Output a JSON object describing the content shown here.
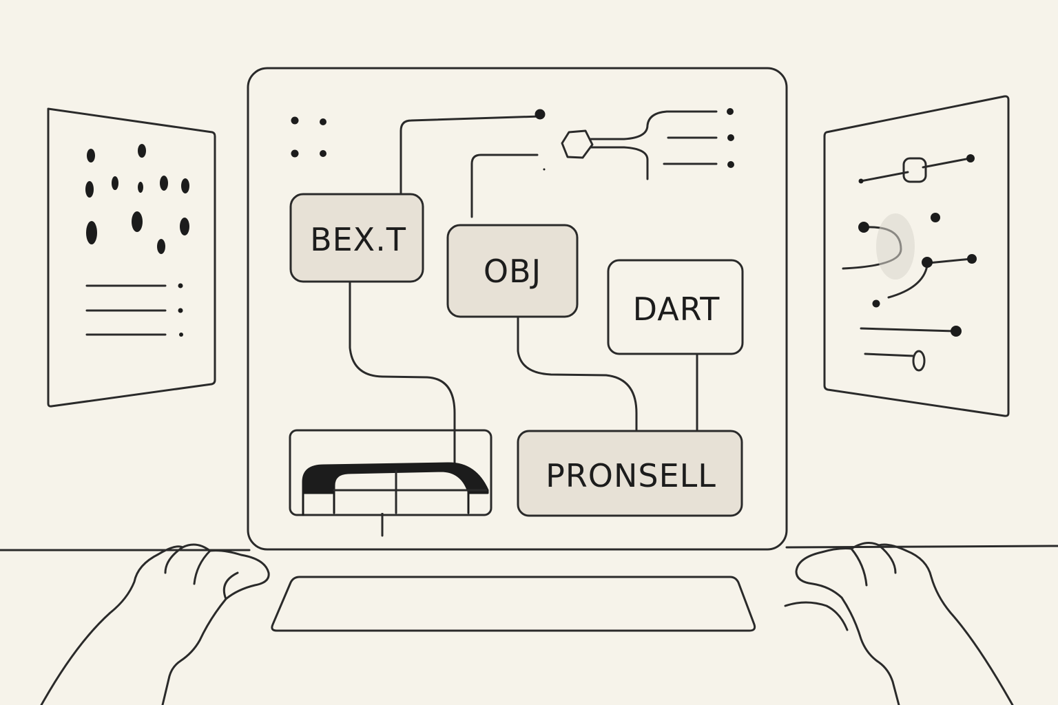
{
  "nodes": {
    "bext": {
      "label": "BEX.T"
    },
    "obj": {
      "label": "OBJ"
    },
    "dart": {
      "label": "DART"
    },
    "pronsell": {
      "label": "PRONSELL"
    }
  },
  "colors": {
    "background": "#f6f3ea",
    "ink": "#1c1c1c",
    "node_fill": "#e7e1d6",
    "node_fill_light": "#f6f3ea"
  },
  "icons": {
    "left_panel": "droplet-pattern-icon",
    "right_panel": "slider-controls-icon",
    "grid": "dot-grid-icon",
    "hub": "hub-node-icon",
    "bottom_left": "toggle-switch-icon"
  }
}
